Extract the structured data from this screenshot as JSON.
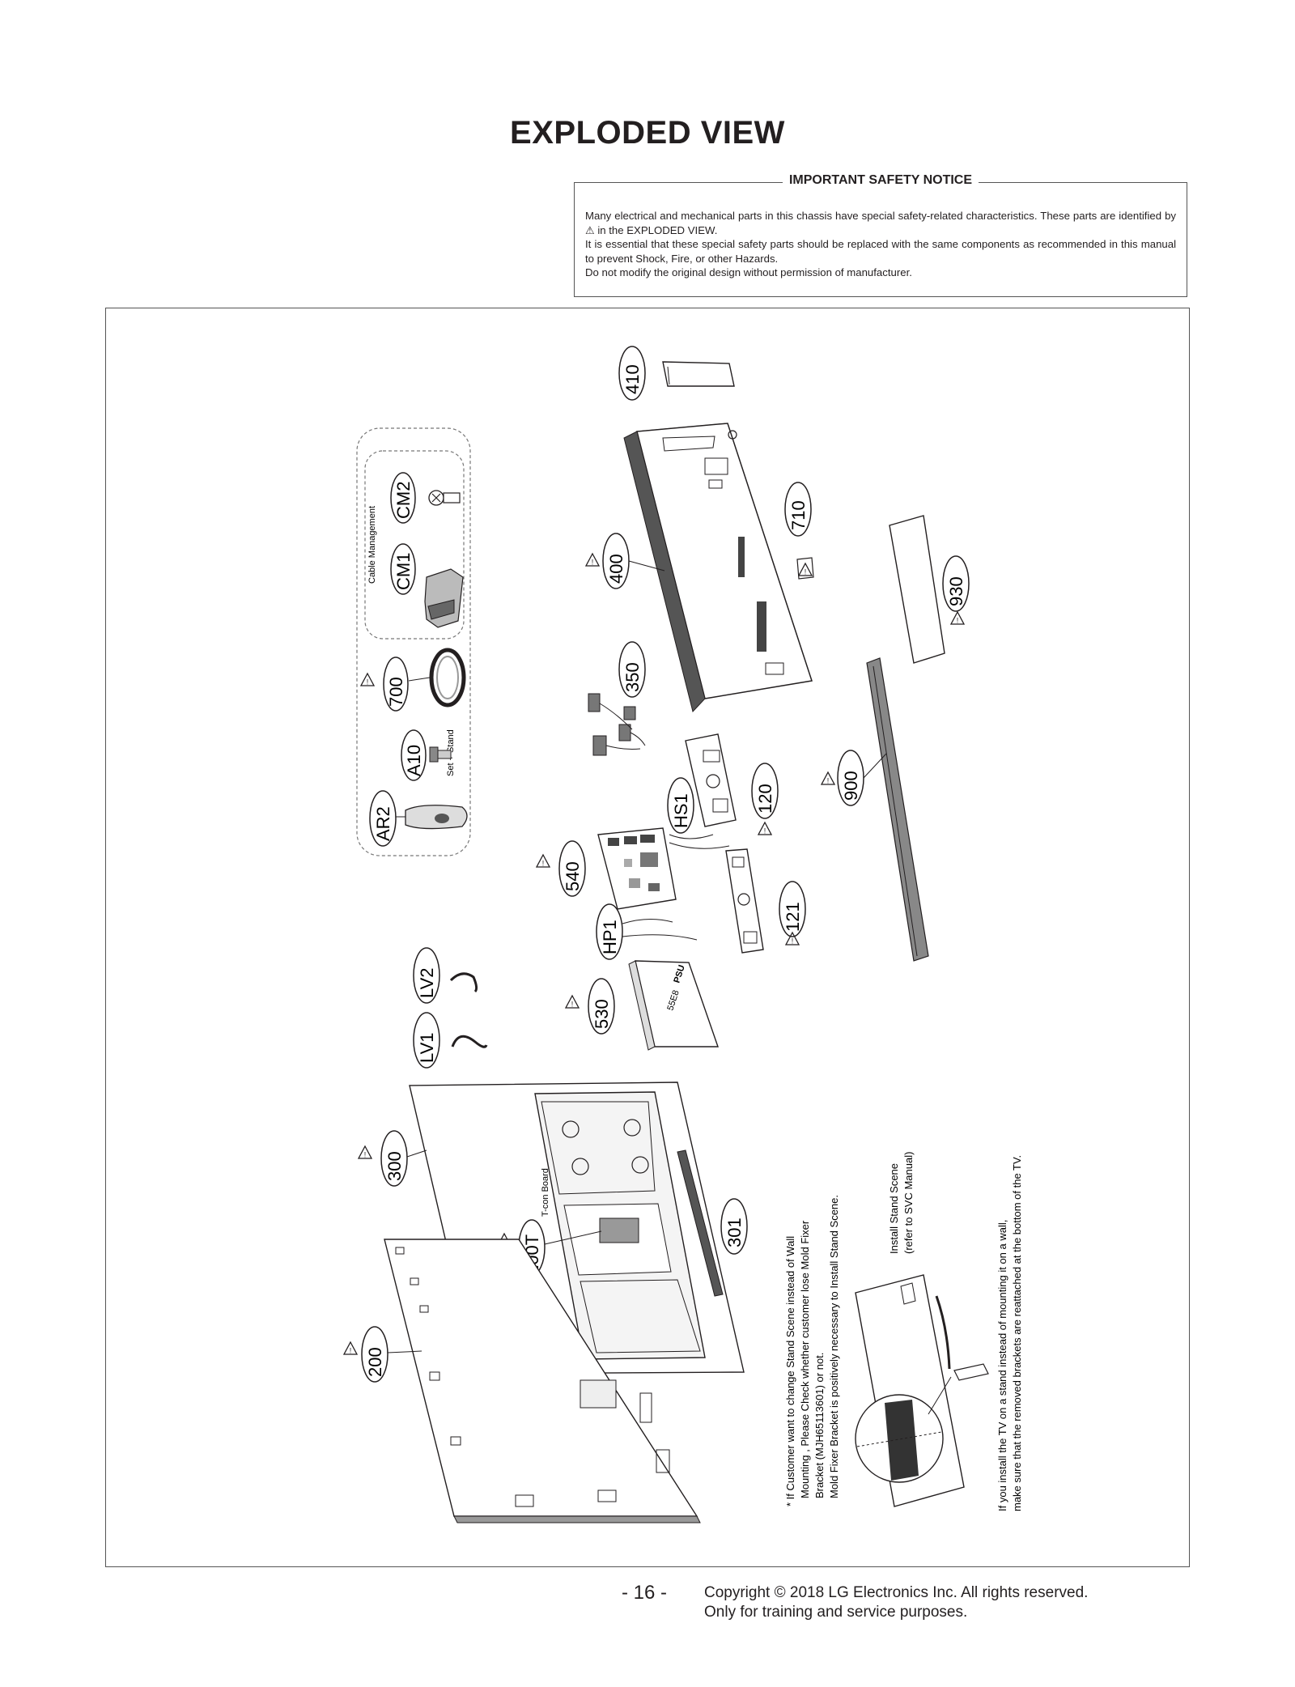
{
  "page": {
    "title": "EXPLODED VIEW",
    "page_number": "- 16 -",
    "copyright_line1": "Copyright © 2018 LG Electronics Inc. All rights reserved.",
    "copyright_line2": "Only for training and service purposes."
  },
  "safety_notice": {
    "heading": "IMPORTANT SAFETY NOTICE",
    "line1": "Many electrical and mechanical parts in this chassis have special safety-related characteristics. These parts are identified by",
    "line1_symbol": "⚠",
    "line1_end": "in the EXPLODED VIEW.",
    "line2": "It is essential that these special safety parts should be replaced with the same components as recommended in this manual to prevent Shock, Fire, or other Hazards.",
    "line3": "Do not modify the original design without permission of manufacturer."
  },
  "diagram": {
    "parts": {
      "p410": "410",
      "p400": "400",
      "p710": "710",
      "p930": "930",
      "p350": "350",
      "p120": "120",
      "p900": "900",
      "hs1": "HS1",
      "p540": "540",
      "p121": "121",
      "hp1": "HP1",
      "p530": "530",
      "lv1": "LV1",
      "lv2": "LV2",
      "p300": "300",
      "p200t": "200T",
      "p301": "301",
      "p200": "200",
      "cm2": "CM2",
      "cm1": "CM1",
      "p700": "700",
      "a10": "A10",
      "ar2": "AR2"
    },
    "cable_management_label": "Cable Management",
    "set_stand_label": "Set + Stand",
    "tcon_label": "T-con Board",
    "psu_label": "PSU",
    "psu_model": "55E8",
    "notes": {
      "wall_note_1": "* If Customer want to change Stand Scene instead of Wall",
      "wall_note_2": "Mounting , Please Check whether customer lose Mold Fixer",
      "wall_note_3": "Bracket (MJH65113601) or not.",
      "wall_note_4": "Mold Fixer Bracket is positively necessary to Install Stand Scene.",
      "install_1": "Install Stand Scene",
      "install_2": "(refer to SVC Manual)",
      "stand_note_1": "If you install the TV on a stand instead of mounting it on a wall,",
      "stand_note_2": "make sure that the removed brackets are reattached at the bottom of the TV."
    }
  }
}
